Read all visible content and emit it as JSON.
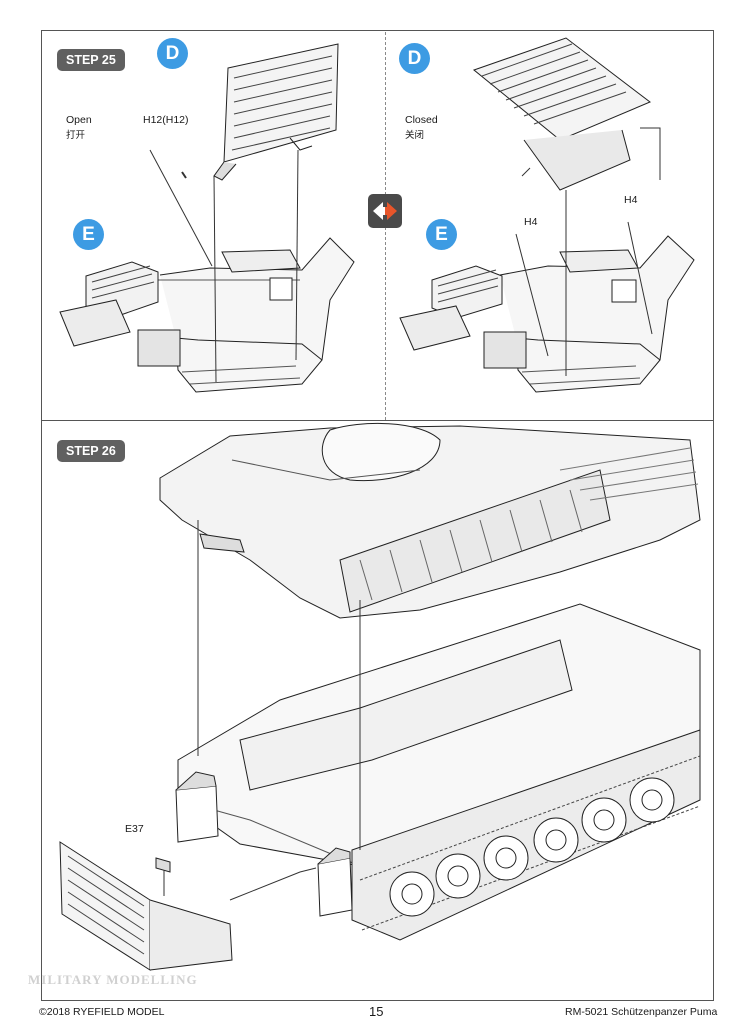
{
  "step25": {
    "badge": "STEP 25",
    "left": {
      "part_callout": "D",
      "part_callout_2": "E",
      "state_en": "Open",
      "state_cn": "打开",
      "part_label": "H12(H12)"
    },
    "right": {
      "part_callout": "D",
      "part_callout_2": "E",
      "state_en": "Closed",
      "state_cn": "关闭",
      "part_label_a": "H4",
      "part_label_b": "H4"
    }
  },
  "step26": {
    "badge": "STEP 26",
    "part_label": "E37"
  },
  "footer": {
    "copyright": "©2018 RYEFIELD MODEL",
    "page_number": "15",
    "product": "RM-5021 Schützenpanzer Puma"
  },
  "watermark": "MILITARY MODELLING"
}
